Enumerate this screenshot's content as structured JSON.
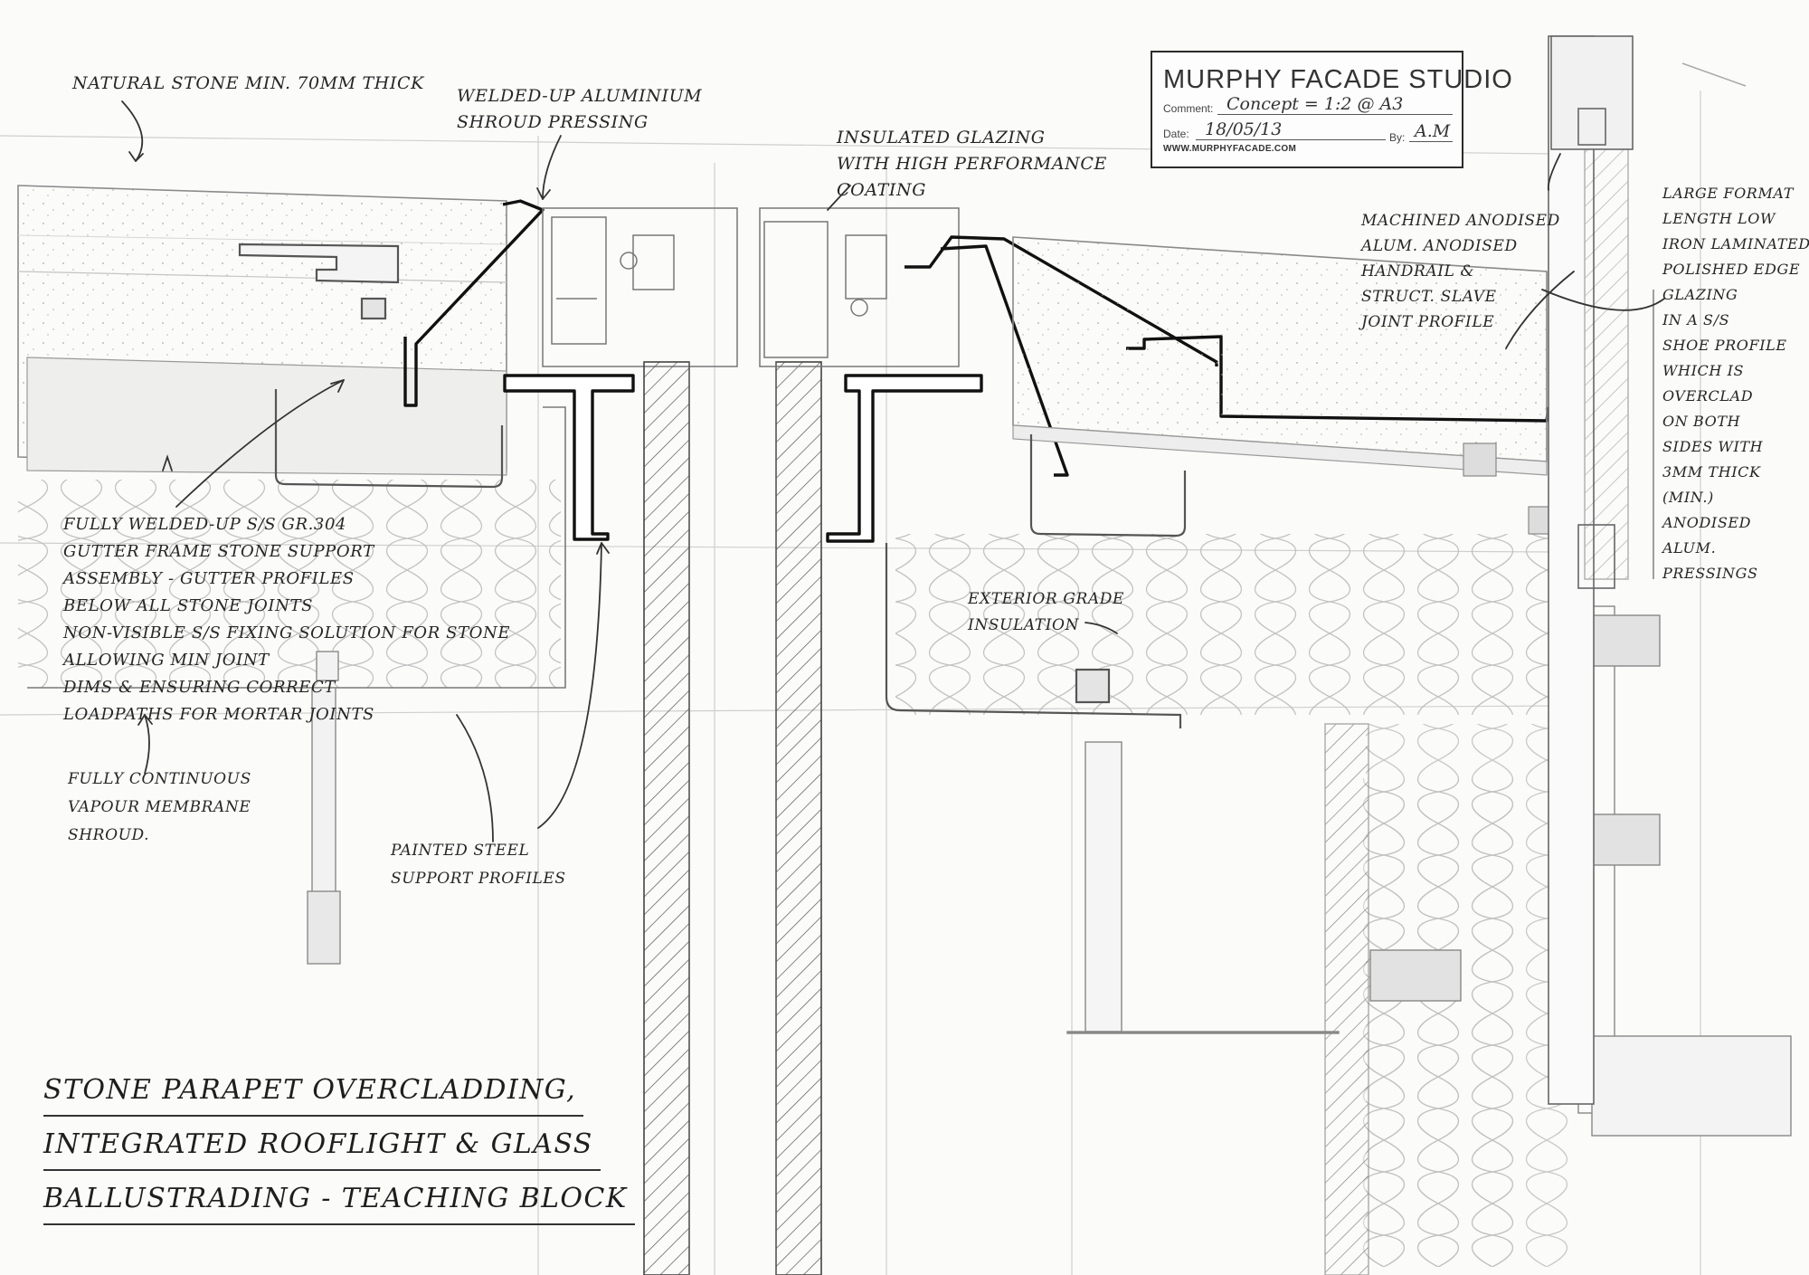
{
  "title_block": {
    "studio": "MURPHY FACADE STUDIO",
    "comment_label": "Comment:",
    "comment_value": "Concept = 1:2 @ A3",
    "date_label": "Date:",
    "date_value": "18/05/13",
    "by_label": "By:",
    "by_value": "A.M",
    "url": "WWW.MURPHYFACADE.COM"
  },
  "annotations": {
    "natural_stone": [
      "NATURAL STONE MIN. 70mm THICK"
    ],
    "shroud": [
      "WELDED-UP ALUMINIUM",
      "SHROUD PRESSING"
    ],
    "glazing": [
      "INSULATED GLAZING",
      "WITH HIGH PERFORMANCE",
      "COATING"
    ],
    "handrail": [
      "MACHINED ANODISED",
      "ALUM. ANODISED",
      "HANDRAIL &",
      "STRUCT. SLAVE",
      "JOINT PROFILE"
    ],
    "balustrade": [
      "LARGE FORMAT",
      "LENGTH LOW",
      "IRON LAMINATED",
      "POLISHED EDGE",
      "GLAZING",
      "IN A S/S",
      "SHOE PROFILE",
      "WHICH IS",
      "OVERCLAD",
      "ON BOTH",
      "SIDES WITH",
      "3mm THICK",
      "(MIN.)",
      "ANODISED",
      "ALUM.",
      "PRESSINGS"
    ],
    "gutter": [
      "FULLY WELDED-UP S/S GR.304",
      "GUTTER FRAME STONE SUPPORT",
      "ASSEMBLY - GUTTER PROFILES",
      "BELOW ALL STONE JOINTS",
      "NON-VISIBLE S/S FIXING SOLUTION FOR STONE",
      "ALLOWING MIN JOINT",
      "DIMS & ENSURING CORRECT",
      "LOADPATHS FOR MORTAR JOINTS"
    ],
    "insulation": [
      "EXTERIOR GRADE",
      "INSULATION"
    ],
    "vapour": [
      "FULLY CONTINUOUS",
      "VAPOUR MEMBRANE",
      "SHROUD."
    ],
    "steel": [
      "PAINTED STEEL",
      "SUPPORT PROFILES"
    ]
  },
  "sheet_title": [
    "STONE PARAPET OVERCLADDING,",
    "INTEGRATED ROOFLIGHT & GLASS",
    "BALLUSTRADING - TEACHING BLOCK"
  ]
}
